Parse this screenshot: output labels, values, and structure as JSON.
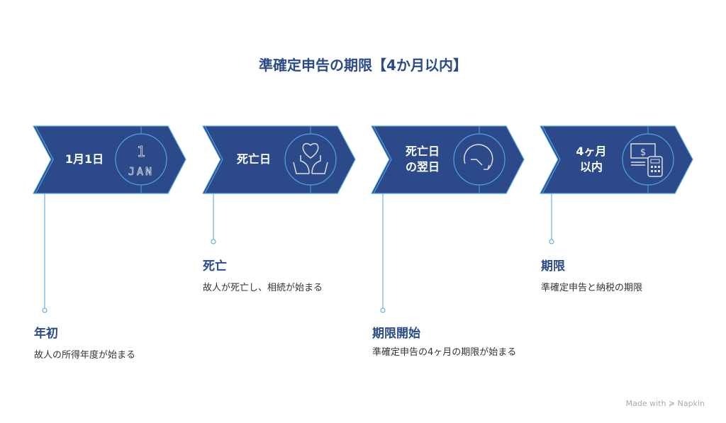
{
  "title": "準確定申告の期限【4か月以内】",
  "steps": [
    {
      "label": "1月1日",
      "icon": "calendar-icon",
      "icon_day": "1",
      "icon_month": "JAN",
      "heading": "年初",
      "desc": "故人の所得年度が始まる"
    },
    {
      "label": "死亡日",
      "icon": "heart-hands-icon",
      "heading": "死亡",
      "desc": "故人が死亡し、相続が始まる"
    },
    {
      "label": "死亡日の翌日",
      "label_lines": [
        "死亡日",
        "の翌日"
      ],
      "icon": "clock-arrow-icon",
      "heading": "期限開始",
      "desc": "準確定申告の4ヶ月の期限が始まる"
    },
    {
      "label": "4ヶ月以内",
      "label_lines": [
        "4ヶ月",
        "以内"
      ],
      "icon": "money-calculator-icon",
      "heading": "期限",
      "desc": "準確定申告と納税の期限"
    }
  ],
  "footer": "Made with ≽ Napkin",
  "colors": {
    "fill": "#2c4a8a",
    "accent": "#4da3e0"
  }
}
